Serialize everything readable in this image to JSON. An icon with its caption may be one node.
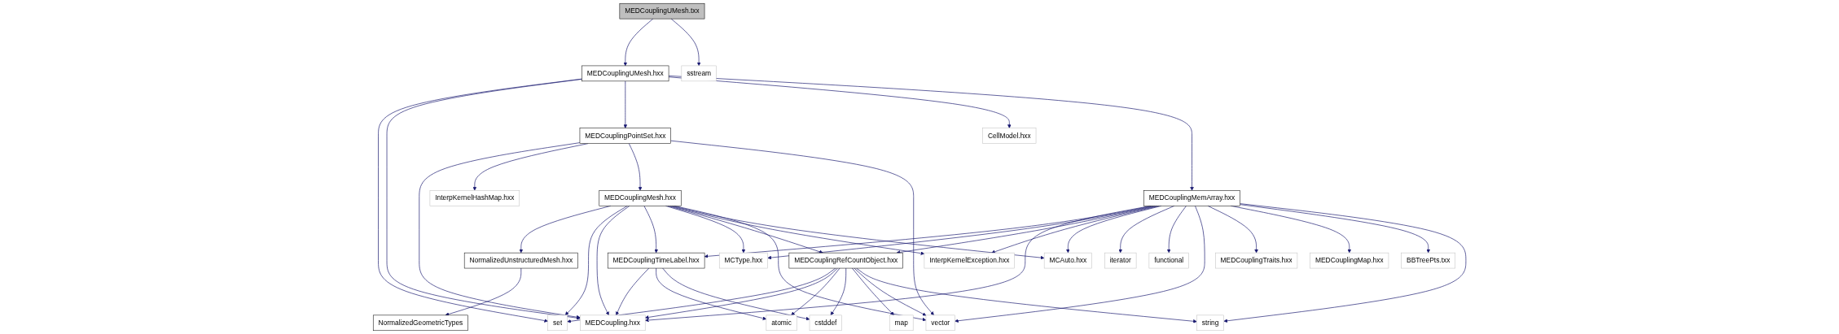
{
  "diagram": {
    "nodes": [
      {
        "text": [
          "MEDCouplingUMesh.txx"
        ]
      },
      {
        "text": [
          "MEDCouplingUMesh.hxx"
        ]
      },
      {
        "text": [
          "sstream"
        ]
      },
      {
        "text": [
          "MEDCouplingPointSet.hxx"
        ]
      },
      {
        "text": [
          "CellModel.hxx"
        ]
      },
      {
        "text": [
          "InterpKernelHashMap.hxx"
        ]
      },
      {
        "text": [
          "MEDCouplingMesh.hxx"
        ]
      },
      {
        "text": [
          "MEDCouplingMemArray.hxx"
        ]
      },
      {
        "text": [
          "NormalizedUnstructuredMesh.hxx"
        ]
      },
      {
        "text": [
          "MEDCouplingTimeLabel.hxx"
        ]
      },
      {
        "text": [
          "MCType.hxx"
        ]
      },
      {
        "text": [
          "MEDCouplingRefCountObject.hxx"
        ]
      },
      {
        "text": [
          "InterpKernelException.hxx"
        ]
      },
      {
        "text": [
          "MCAuto.hxx"
        ]
      },
      {
        "text": [
          "iterator"
        ]
      },
      {
        "text": [
          "functional"
        ]
      },
      {
        "text": [
          "MEDCouplingTraits.hxx"
        ]
      },
      {
        "text": [
          "MEDCouplingMap.hxx"
        ]
      },
      {
        "text": [
          "BBTreePts.txx"
        ]
      },
      {
        "text": [
          "NormalizedGeometricTypes"
        ]
      },
      {
        "text": [
          "set"
        ]
      },
      {
        "text": [
          "MEDCoupling.hxx"
        ]
      },
      {
        "text": [
          "atomic"
        ]
      },
      {
        "text": [
          "cstddef"
        ]
      },
      {
        "text": [
          "map"
        ]
      },
      {
        "text": [
          "vector"
        ]
      },
      {
        "text": [
          "string"
        ]
      }
    ],
    "edges": [
      {
        "from": 0,
        "to": 1,
        "arrow": "to"
      },
      {
        "from": 0,
        "to": 2,
        "arrow": "to"
      },
      {
        "from": 1,
        "to": 20,
        "arrow": "to"
      },
      {
        "from": 1,
        "to": 21,
        "arrow": "to"
      },
      {
        "from": 1,
        "to": 3,
        "arrow": "to"
      },
      {
        "from": 1,
        "to": 4,
        "arrow": "to"
      },
      {
        "from": 1,
        "to": 7,
        "arrow": "to"
      },
      {
        "from": 3,
        "to": 21,
        "arrow": "to"
      },
      {
        "from": 3,
        "to": 5,
        "arrow": "to"
      },
      {
        "from": 3,
        "to": 6,
        "arrow": "to"
      },
      {
        "from": 3,
        "to": 25,
        "arrow": "to"
      },
      {
        "from": 6,
        "to": 8,
        "arrow": "to"
      },
      {
        "from": 6,
        "to": 20,
        "arrow": "to"
      },
      {
        "from": 6,
        "to": 21,
        "arrow": "to"
      },
      {
        "from": 6,
        "to": 9,
        "arrow": "to"
      },
      {
        "from": 6,
        "to": 10,
        "arrow": "to"
      },
      {
        "from": 6,
        "to": 11,
        "arrow": "to"
      },
      {
        "from": 6,
        "to": 12,
        "arrow": "to"
      },
      {
        "from": 6,
        "to": 13,
        "arrow": "to"
      },
      {
        "from": 6,
        "to": 25,
        "arrow": "to"
      },
      {
        "from": 7,
        "to": 21,
        "arrow": "to"
      },
      {
        "from": 7,
        "to": 9,
        "arrow": "to"
      },
      {
        "from": 7,
        "to": 10,
        "arrow": "to"
      },
      {
        "from": 7,
        "to": 11,
        "arrow": "to"
      },
      {
        "from": 7,
        "to": 12,
        "arrow": "to"
      },
      {
        "from": 7,
        "to": 13,
        "arrow": "to"
      },
      {
        "from": 7,
        "to": 14,
        "arrow": "to"
      },
      {
        "from": 7,
        "to": 15,
        "arrow": "to"
      },
      {
        "from": 7,
        "to": 25,
        "arrow": "to"
      },
      {
        "from": 7,
        "to": 16,
        "arrow": "to"
      },
      {
        "from": 7,
        "to": 17,
        "arrow": "to"
      },
      {
        "from": 7,
        "to": 18,
        "arrow": "to"
      },
      {
        "from": 7,
        "to": 26,
        "arrow": "to"
      },
      {
        "from": 8,
        "to": 19,
        "arrow": "to"
      },
      {
        "from": 9,
        "to": 21,
        "arrow": "to"
      },
      {
        "from": 9,
        "to": 22,
        "arrow": "to"
      },
      {
        "from": 9,
        "to": 23,
        "arrow": "to"
      },
      {
        "from": 11,
        "to": 20,
        "arrow": "to"
      },
      {
        "from": 11,
        "to": 21,
        "arrow": "to"
      },
      {
        "from": 11,
        "to": 22,
        "arrow": "to"
      },
      {
        "from": 11,
        "to": 23,
        "arrow": "to"
      },
      {
        "from": 11,
        "to": 24,
        "arrow": "to"
      },
      {
        "from": 11,
        "to": 25,
        "arrow": "to"
      },
      {
        "from": 11,
        "to": 26,
        "arrow": "to"
      }
    ]
  }
}
